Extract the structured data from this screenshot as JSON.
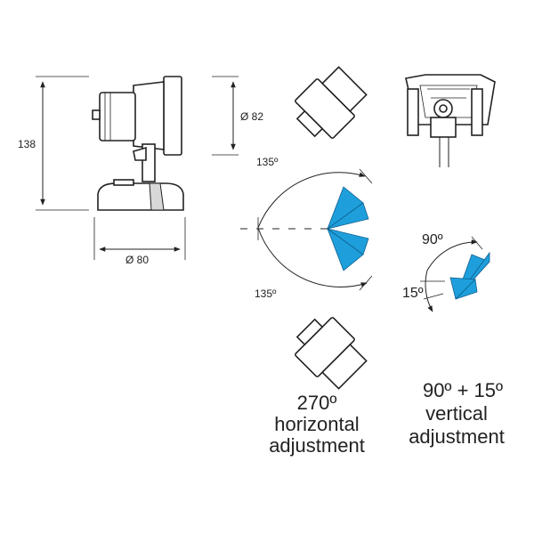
{
  "dimensions": {
    "height": "138",
    "lamp_diameter": "Ø 82",
    "base_diameter": "Ø 80"
  },
  "horizontal": {
    "angle_top": "135º",
    "angle_bottom": "135º",
    "caption_line1": "270º",
    "caption_line2": "horizontal",
    "caption_line3": "adjustment"
  },
  "vertical": {
    "angle_up": "90º",
    "angle_down": "15º",
    "caption_line1": "90º + 15º",
    "caption_line2": "vertical",
    "caption_line3": "adjustment"
  },
  "colors": {
    "accent": "#1e9fdc",
    "line": "#222222"
  }
}
